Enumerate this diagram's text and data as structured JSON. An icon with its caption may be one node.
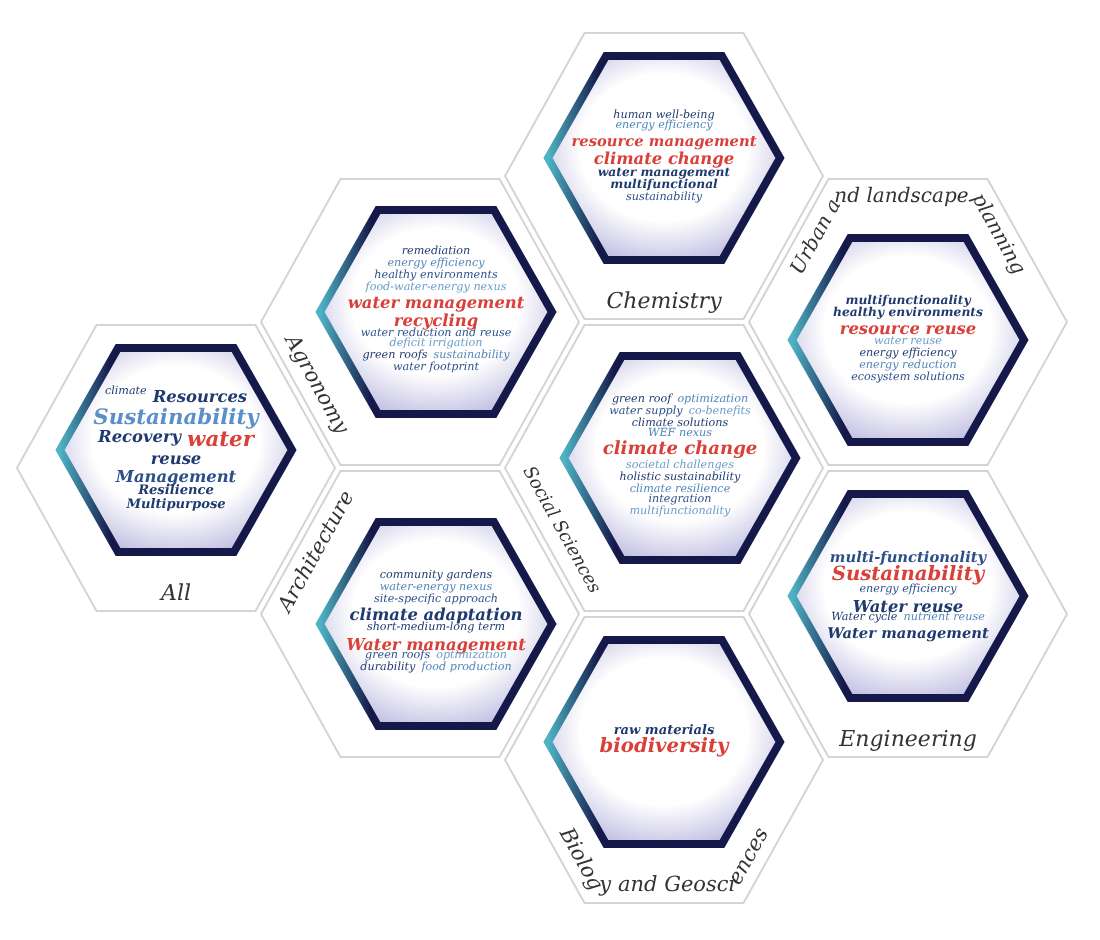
{
  "diagram": {
    "nodes": [
      {
        "text": [
          "All"
        ]
      },
      {
        "text": [
          "climate",
          "Resources",
          "Sustainability",
          "Recovery",
          "water",
          "reuse",
          "Management",
          "Resilience",
          "Multipurpose"
        ],
        "in": 0
      },
      {
        "text": [
          "Agronomy"
        ]
      },
      {
        "text": [
          "remediation",
          "energy efficiency",
          "healthy environments",
          "food-water-energy nexus",
          "water management",
          "recycling",
          "water reduction and reuse",
          "deficit irrigation",
          "green roofs",
          "sustainability",
          "water footprint"
        ],
        "in": 2
      },
      {
        "text": [
          "Architecture"
        ]
      },
      {
        "text": [
          "community gardens",
          "water-energy nexus",
          "site-specific approach",
          "climate adaptation",
          "short-medium-long term",
          "Water management",
          "green roofs",
          "optimization",
          "durability",
          "food production"
        ],
        "in": 4
      },
      {
        "text": [
          "Chemistry"
        ]
      },
      {
        "text": [
          "human well-being",
          "energy efficiency",
          "resource management",
          "climate change",
          "water management",
          "multifunctional",
          "sustainability"
        ],
        "in": 6
      },
      {
        "text": [
          "Social Sciences"
        ]
      },
      {
        "text": [
          "green roof",
          "optimization",
          "water supply",
          "co-benefits",
          "climate solutions",
          "WEF nexus",
          "climate change",
          "societal challenges",
          "holistic sustainability",
          "climate resilience",
          "integration",
          "multifunctionality"
        ],
        "in": 8
      },
      {
        "text": [
          "Biology and Geosciences"
        ]
      },
      {
        "text": [
          "raw materials",
          "biodiversity"
        ],
        "in": 10
      },
      {
        "text": [
          "Urban and landscape planning"
        ]
      },
      {
        "text": [
          "multifunctionality",
          "healthy environments",
          "resource reuse",
          "water reuse",
          "energy efficiency",
          "energy reduction",
          "ecosystem solutions"
        ],
        "in": 12
      },
      {
        "text": [
          "Engineering"
        ]
      },
      {
        "text": [
          "multi-functionality",
          "Sustainability",
          "energy efficiency",
          "Water reuse",
          "Water cycle",
          "nutrient reuse",
          "Water management"
        ],
        "in": 14
      }
    ]
  }
}
